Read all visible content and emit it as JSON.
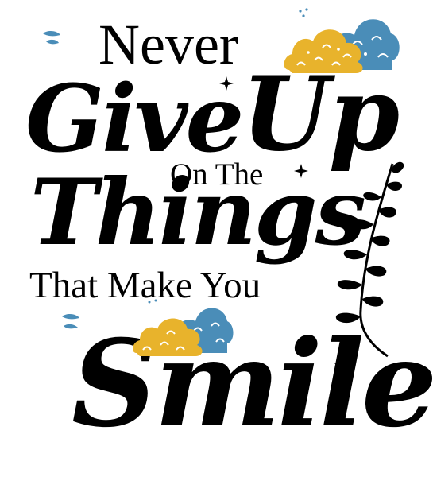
{
  "phrase": {
    "line_never": "Never",
    "line_give": "Give",
    "line_up": "Up",
    "line_on_the": "On The",
    "line_things": "Things",
    "line_that_make_you": "That Make You",
    "line_smile": "Smile"
  },
  "colors": {
    "text": "#000000",
    "cloud_yellow": "#E8B32C",
    "cloud_blue": "#4A8DB8",
    "droplet_blue": "#4A8DB8",
    "background": "#FFFFFF"
  },
  "icons": [
    "cloud-icon",
    "leaf-branch-icon",
    "sparkle-icon",
    "raindrop-icon"
  ]
}
